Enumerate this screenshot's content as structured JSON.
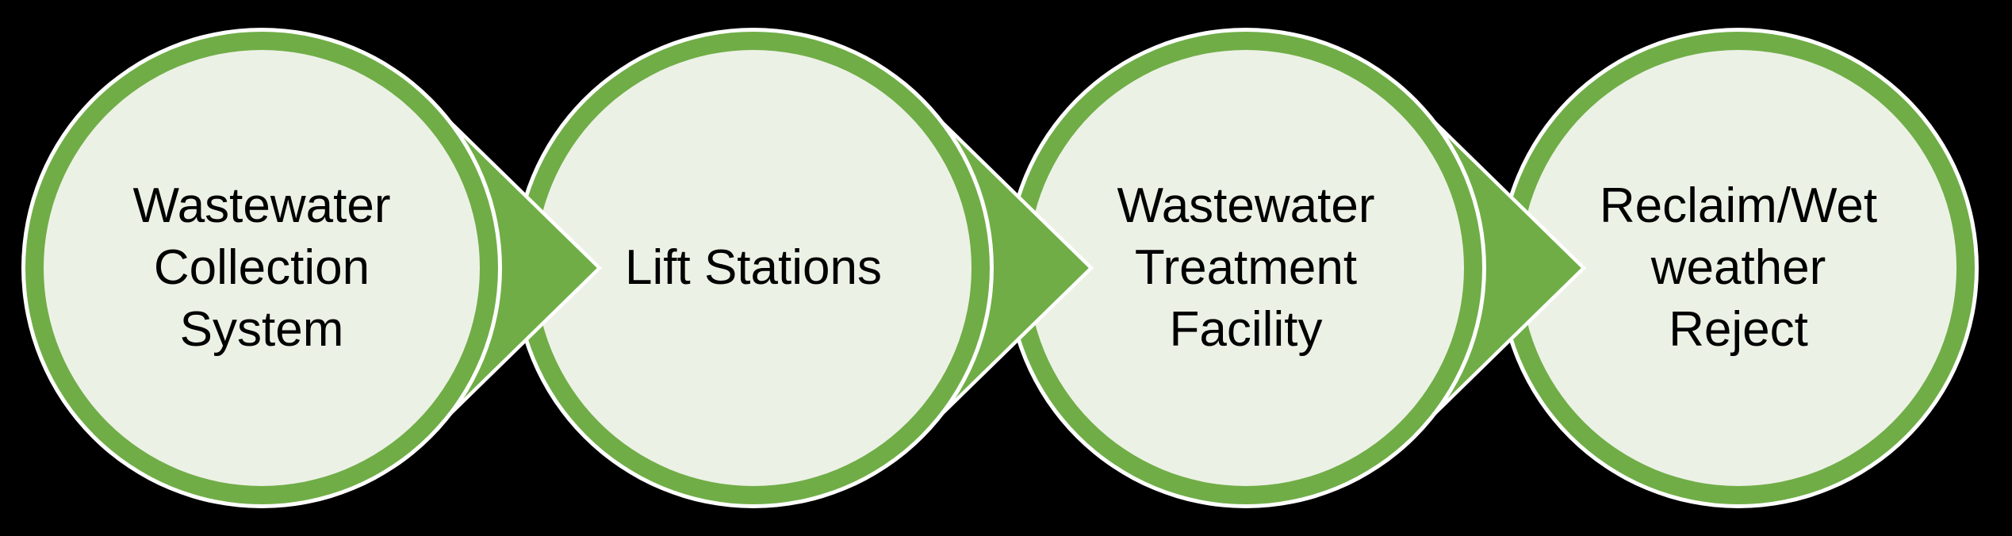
{
  "diagram": {
    "type": "process_flow",
    "direction": "left-to-right",
    "background_color": "#000000",
    "colors": {
      "ring": "#70AD47",
      "arrow": "#70AD47",
      "circle_fill": "#ECF1E5",
      "outline": "#FFFFFF",
      "text": "#000000"
    },
    "steps": [
      {
        "label": "Wastewater Collection System",
        "lines": [
          "Wastewater",
          "Collection",
          "System"
        ]
      },
      {
        "label": "Lift Stations",
        "lines": [
          "Lift Stations"
        ]
      },
      {
        "label": "Wastewater Treatment Facility",
        "lines": [
          "Wastewater",
          "Treatment",
          "Facility"
        ]
      },
      {
        "label": "Reclaim/Wet weather Reject",
        "lines": [
          "Reclaim/Wet",
          "weather",
          "Reject"
        ]
      }
    ]
  }
}
